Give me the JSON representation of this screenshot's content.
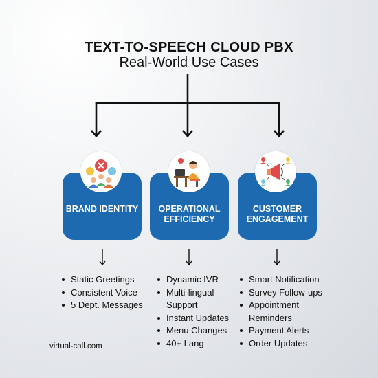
{
  "header": {
    "title": "TEXT-TO-SPEECH CLOUD PBX",
    "subtitle": "Real-World Use Cases"
  },
  "columns": [
    {
      "label": "BRAND IDENTITY",
      "icon": "team-chat-icon",
      "items": [
        "Static Greetings",
        "Consistent Voice",
        "5 Dept. Messages"
      ]
    },
    {
      "label": "OPERATIONAL EFFICIENCY",
      "icon": "workdesk-person-icon",
      "items": [
        "Dynamic IVR",
        "Multi-lingual Support",
        "Instant Updates",
        "Menu Changes",
        "40+ Lang"
      ]
    },
    {
      "label": "CUSTOMER ENGAGEMENT",
      "icon": "megaphone-network-icon",
      "items": [
        "Smart Notification",
        "Survey Follow-ups",
        "Appointment Reminders",
        "Payment Alerts",
        "Order Updates"
      ]
    }
  ],
  "footer": {
    "text": "virtual-call.com"
  },
  "colors": {
    "card": "#1e6ab0",
    "text": "#111111",
    "card_text": "#ffffff"
  }
}
